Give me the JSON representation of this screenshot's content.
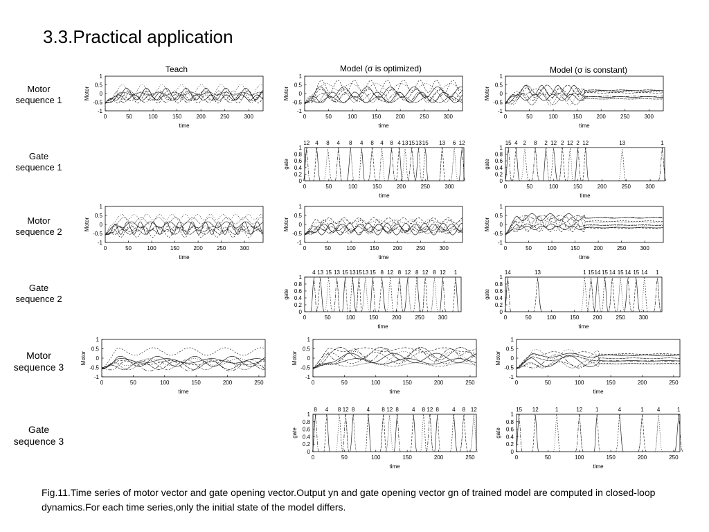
{
  "slide": {
    "title": "3.3.Practical application",
    "caption": "Fig.11.Time series of motor vector and gate opening vector.Output yn and gate opening vector gn of trained model are computed in closed-loop dynamics.For each time series,only the initial state of the model differs."
  },
  "columns": [
    "Teach",
    "Model (σ is optimized)",
    "Model (σ is constant)"
  ],
  "rows": [
    {
      "label": [
        "Motor",
        "sequence 1"
      ]
    },
    {
      "label": [
        "Gate",
        "sequence 1"
      ]
    },
    {
      "label": [
        "Motor",
        "sequence 2"
      ]
    },
    {
      "label": [
        "Gate",
        "sequence 2"
      ]
    },
    {
      "label": [
        "Motor",
        "sequence 3"
      ]
    },
    {
      "label": [
        "Gate",
        "sequence 3"
      ]
    }
  ],
  "axes": {
    "xlabel": "time",
    "motor_ylabel": "Motor",
    "gate_ylabel": "gate",
    "motor_yticks": [
      "1",
      "0.5",
      "0",
      "-0.5",
      "-1"
    ],
    "gate_yticks": [
      "1",
      "0.8",
      "0.6",
      "0.4",
      "0.2",
      "0"
    ],
    "xticks_seq12": [
      "0",
      "50",
      "100",
      "150",
      "200",
      "250",
      "300"
    ],
    "xticks_seq3": [
      "0",
      "50",
      "100",
      "150",
      "200",
      "250"
    ]
  },
  "chart_data": [
    {
      "type": "line",
      "sequence": 1,
      "column": "Teach",
      "panel": "motor",
      "xlim": [
        0,
        330
      ],
      "ylim": [
        -1,
        1
      ]
    },
    {
      "type": "line",
      "sequence": 1,
      "column": "Model (σ is optimized)",
      "panel": "motor",
      "xlim": [
        0,
        330
      ],
      "ylim": [
        -1,
        1
      ]
    },
    {
      "type": "line",
      "sequence": 1,
      "column": "Model (σ is constant)",
      "panel": "motor",
      "xlim": [
        0,
        330
      ],
      "ylim": [
        -1,
        1
      ]
    },
    {
      "type": "line",
      "sequence": 1,
      "column": "Model (σ is optimized)",
      "panel": "gate",
      "xlim": [
        0,
        330
      ],
      "ylim": [
        0,
        1
      ],
      "top_labels": [
        "12",
        "4",
        "8",
        "4",
        "8",
        "4",
        "8",
        "4",
        "8",
        "4",
        "13",
        "15",
        "13",
        "15",
        "13",
        "6",
        "12"
      ],
      "top_label_x": [
        4,
        25,
        48,
        70,
        95,
        118,
        140,
        160,
        180,
        196,
        208,
        222,
        236,
        250,
        285,
        310,
        326
      ]
    },
    {
      "type": "line",
      "sequence": 1,
      "column": "Model (σ is constant)",
      "panel": "gate",
      "xlim": [
        0,
        330
      ],
      "ylim": [
        0,
        1
      ],
      "top_labels": [
        "15",
        "4",
        "2",
        "8",
        "2",
        "12",
        "2",
        "12",
        "2",
        "12",
        "13",
        "1"
      ],
      "top_label_x": [
        6,
        22,
        40,
        62,
        84,
        100,
        118,
        134,
        150,
        166,
        242,
        325
      ]
    },
    {
      "type": "line",
      "sequence": 2,
      "column": "Teach",
      "panel": "motor",
      "xlim": [
        0,
        340
      ],
      "ylim": [
        -1,
        1
      ]
    },
    {
      "type": "line",
      "sequence": 2,
      "column": "Model (σ is optimized)",
      "panel": "motor",
      "xlim": [
        0,
        340
      ],
      "ylim": [
        -1,
        1
      ]
    },
    {
      "type": "line",
      "sequence": 2,
      "column": "Model (σ is constant)",
      "panel": "motor",
      "xlim": [
        0,
        340
      ],
      "ylim": [
        -1,
        1
      ]
    },
    {
      "type": "line",
      "sequence": 2,
      "column": "Model (σ is optimized)",
      "panel": "gate",
      "xlim": [
        0,
        340
      ],
      "ylim": [
        0,
        1
      ],
      "top_labels": [
        "4",
        "13",
        "15",
        "13",
        "15",
        "13",
        "15",
        "13",
        "15",
        "8",
        "12",
        "8",
        "12",
        "8",
        "12",
        "8",
        "12",
        "1"
      ],
      "top_label_x": [
        20,
        34,
        52,
        70,
        88,
        104,
        118,
        132,
        148,
        168,
        186,
        206,
        224,
        244,
        262,
        282,
        300,
        328
      ]
    },
    {
      "type": "line",
      "sequence": 2,
      "column": "Model (σ is constant)",
      "panel": "gate",
      "xlim": [
        0,
        340
      ],
      "ylim": [
        0,
        1
      ],
      "top_labels": [
        "14",
        "13",
        "1",
        "15",
        "14",
        "15",
        "14",
        "15",
        "14",
        "15",
        "14",
        "1"
      ],
      "top_label_x": [
        5,
        70,
        172,
        186,
        200,
        216,
        232,
        250,
        266,
        284,
        302,
        330
      ]
    },
    {
      "type": "line",
      "sequence": 3,
      "column": "Teach",
      "panel": "motor",
      "xlim": [
        0,
        260
      ],
      "ylim": [
        -1,
        1
      ]
    },
    {
      "type": "line",
      "sequence": 3,
      "column": "Model (σ is optimized)",
      "panel": "motor",
      "xlim": [
        0,
        260
      ],
      "ylim": [
        -1,
        1
      ]
    },
    {
      "type": "line",
      "sequence": 3,
      "column": "Model (σ is constant)",
      "panel": "motor",
      "xlim": [
        0,
        260
      ],
      "ylim": [
        -1,
        1
      ]
    },
    {
      "type": "line",
      "sequence": 3,
      "column": "Model (σ is optimized)",
      "panel": "gate",
      "xlim": [
        0,
        260
      ],
      "ylim": [
        0,
        1
      ],
      "top_labels": [
        "8",
        "4",
        "8",
        "12",
        "8",
        "4",
        "8",
        "12",
        "8",
        "4",
        "8",
        "12",
        "8",
        "4",
        "8",
        "12"
      ],
      "top_label_x": [
        4,
        22,
        42,
        52,
        64,
        88,
        112,
        122,
        134,
        160,
        176,
        186,
        198,
        224,
        240,
        256
      ]
    },
    {
      "type": "line",
      "sequence": 3,
      "column": "Model (σ is constant)",
      "panel": "gate",
      "xlim": [
        0,
        260
      ],
      "ylim": [
        0,
        1
      ],
      "top_labels": [
        "15",
        "12",
        "1",
        "12",
        "1",
        "4",
        "1",
        "4",
        "1"
      ],
      "top_label_x": [
        4,
        30,
        64,
        100,
        128,
        164,
        200,
        226,
        258
      ]
    }
  ]
}
